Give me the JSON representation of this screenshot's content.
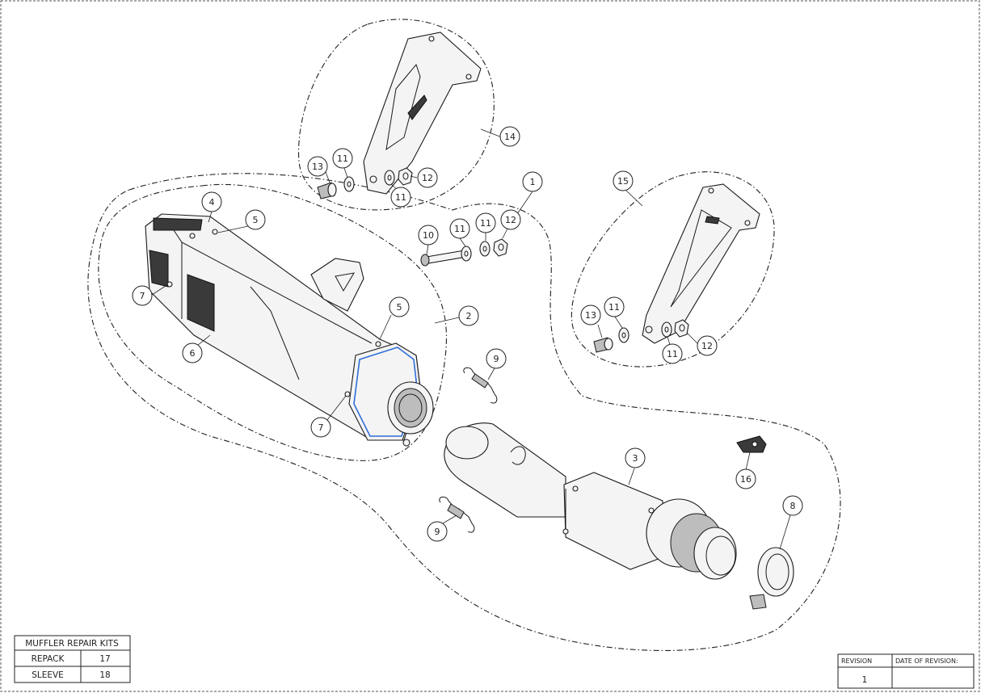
{
  "callouts": {
    "c1": "1",
    "c2": "2",
    "c3": "3",
    "c4": "4",
    "c5a": "5",
    "c5b": "5",
    "c6": "6",
    "c7a": "7",
    "c7b": "7",
    "c8": "8",
    "c9a": "9",
    "c9b": "9",
    "c10": "10",
    "c11a": "11",
    "c11b": "11",
    "c11c": "11",
    "c11d": "11",
    "c11e": "11",
    "c11f": "11",
    "c12a": "12",
    "c12b": "12",
    "c12c": "12",
    "c13a": "13",
    "c13b": "13",
    "c14": "14",
    "c15": "15",
    "c16": "16"
  },
  "repair_kits": {
    "title": "MUFFLER REPAIR KITS",
    "rows": [
      {
        "name": "REPACK",
        "code": "17"
      },
      {
        "name": "SLEEVE",
        "code": "18"
      }
    ]
  },
  "revision": {
    "col1_header": "REVISION",
    "col2_header": "DATE OF REVISION:",
    "value": "1",
    "date": ""
  },
  "colors": {
    "line": "#1a1a1a",
    "highlight": "#2f6fd6",
    "frame": "#555555"
  }
}
